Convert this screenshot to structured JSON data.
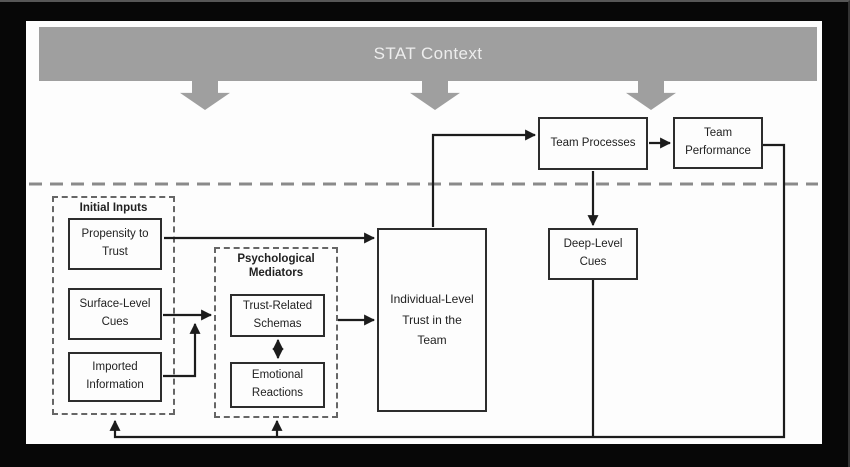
{
  "banner": {
    "label": "STAT Context"
  },
  "context_arrows": {
    "icon": "down-arrow-icon",
    "count": 3
  },
  "groups": {
    "initial_inputs": {
      "label": "Initial Inputs"
    },
    "psychological_mediators": {
      "label": "Psychological\nMediators"
    }
  },
  "boxes": {
    "propensity_to_trust": {
      "label": "Propensity to\nTrust"
    },
    "surface_level_cues": {
      "label": "Surface-Level\nCues"
    },
    "imported_information": {
      "label": "Imported\nInformation"
    },
    "trust_related_schemas": {
      "label": "Trust-Related\nSchemas"
    },
    "emotional_reactions": {
      "label": "Emotional\nReactions"
    },
    "individual_level_trust": {
      "label": "Individual-Level\nTrust in the\nTeam"
    },
    "deep_level_cues": {
      "label": "Deep-Level\nCues"
    },
    "team_processes": {
      "label": "Team Processes"
    },
    "team_performance": {
      "label": "Team\nPerformance"
    }
  },
  "colors": {
    "banner_bg": "#9f9f9f",
    "banner_text": "#ededed",
    "canvas_bg": "#fdfdfd",
    "frame_bg": "#070707",
    "line": "#1c1c1c",
    "box_border": "#2d2d2d",
    "box_text": "#222222",
    "dashed_border": "#666666",
    "divider": "#8a8a8a"
  }
}
